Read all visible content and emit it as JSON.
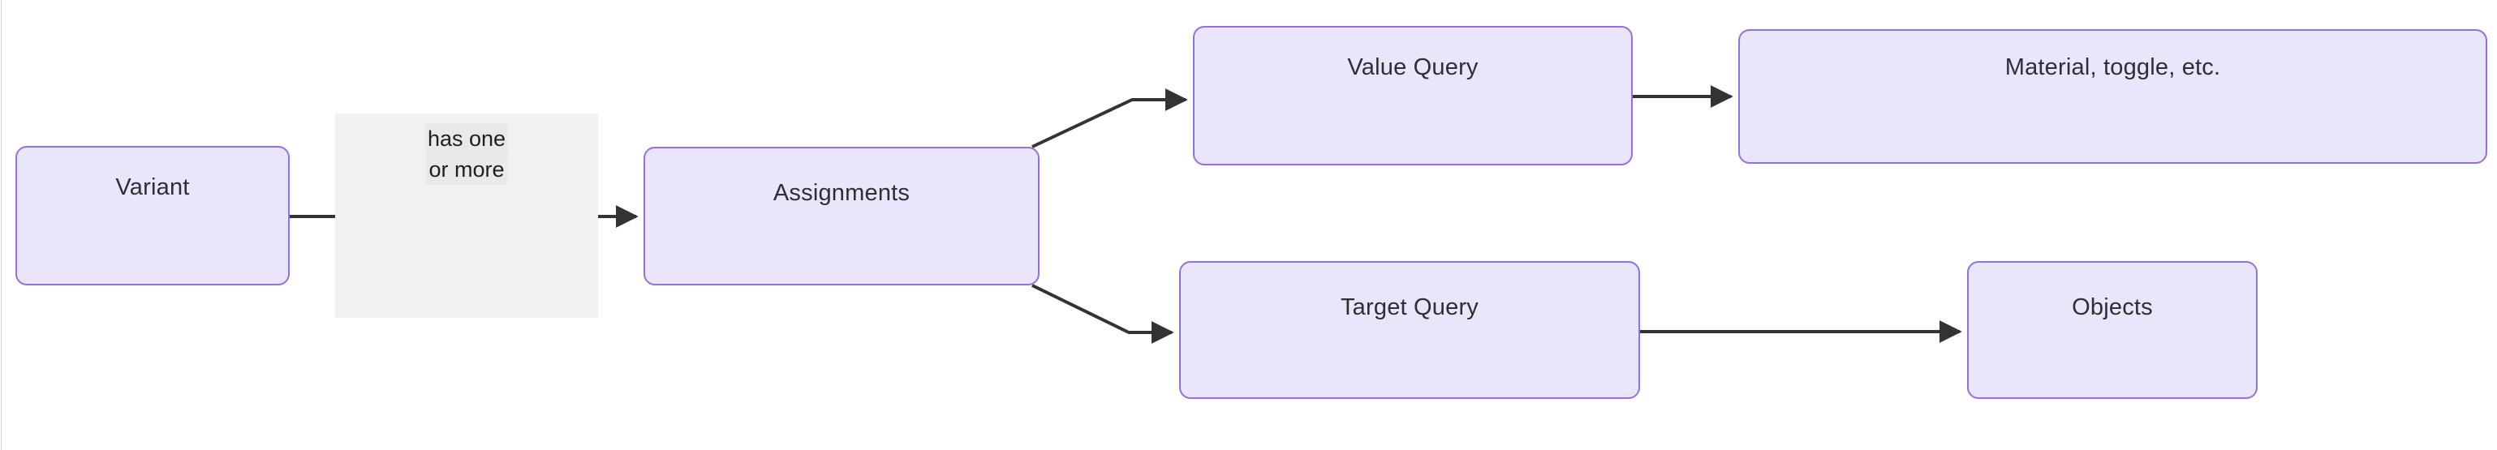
{
  "diagram": {
    "type": "flowchart",
    "direction": "left-to-right",
    "theme": {
      "node_fill": "#e9e6fb",
      "node_border": "#9370db",
      "node_text": "#2f2f33",
      "edge_stroke": "#333333",
      "edge_label_bg": "#f1f1f1",
      "edge_label_text_bg": "#e9e9e9",
      "canvas_bg": "#ffffff",
      "panel_edge": "#d0d0d0"
    },
    "nodes": [
      {
        "id": "variant",
        "label": "Variant"
      },
      {
        "id": "assignments",
        "label": "Assignments"
      },
      {
        "id": "value-query",
        "label": "Value Query"
      },
      {
        "id": "material",
        "label": "Material, toggle, etc."
      },
      {
        "id": "target-query",
        "label": "Target Query"
      },
      {
        "id": "objects",
        "label": "Objects"
      }
    ],
    "edges": [
      {
        "id": "variant-to-assignments",
        "from": "variant",
        "to": "assignments",
        "label_lines": [
          "has one",
          "or more"
        ],
        "arrow": true
      },
      {
        "id": "assignments-to-value-query",
        "from": "assignments",
        "to": "value-query",
        "label_lines": [],
        "arrow": true
      },
      {
        "id": "value-query-to-material",
        "from": "value-query",
        "to": "material",
        "label_lines": [],
        "arrow": true
      },
      {
        "id": "assignments-to-target-query",
        "from": "assignments",
        "to": "target-query",
        "label_lines": [],
        "arrow": true
      },
      {
        "id": "target-query-to-objects",
        "from": "target-query",
        "to": "objects",
        "label_lines": [],
        "arrow": true
      }
    ],
    "edge_label": {
      "line1": "has one",
      "line2": "or more"
    }
  }
}
